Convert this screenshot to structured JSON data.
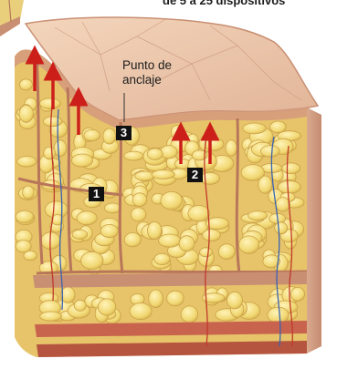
{
  "figure": {
    "top_caption": "de 5 a 25 dispositivos",
    "anchor_label_line1": "Punto de",
    "anchor_label_line2": "anclaje",
    "badges": [
      "1",
      "2",
      "3"
    ]
  },
  "colors": {
    "skin_top": "#e8c2a4",
    "skin_edge": "#c98f72",
    "fat_lobule": "#f3dc7a",
    "fat_outline": "#d8b24e",
    "septa": "#b8765a",
    "muscle": "#c8644e",
    "tension_arrow": "#cc1f1a",
    "vessel_red": "#c0392b",
    "vessel_blue": "#3a63b0"
  }
}
